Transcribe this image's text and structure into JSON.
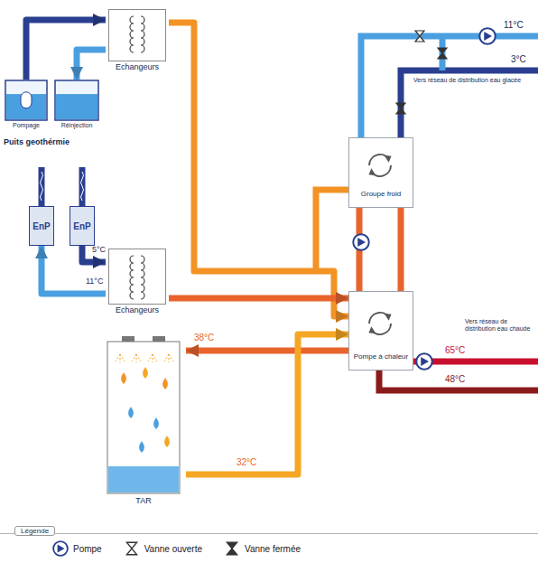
{
  "diagram": {
    "nodes": [
      {
        "text": [
          "Echangeurs"
        ]
      },
      {
        "text": [
          "Pompage"
        ]
      },
      {
        "text": [
          "Réinjection"
        ]
      },
      {
        "text": [
          "EnP"
        ]
      },
      {
        "text": [
          "EnP"
        ]
      },
      {
        "text": [
          "Echangeurs"
        ]
      },
      {
        "text": [
          "TAR"
        ]
      },
      {
        "text": [
          "Groupe froid"
        ]
      },
      {
        "text": [
          "Pompe à chaleur"
        ]
      }
    ],
    "edges": [
      {
        "from": 1,
        "to": 0,
        "arrow": "to"
      },
      {
        "from": 0,
        "to": 2,
        "arrow": "to"
      },
      {
        "from": 4,
        "to": 5,
        "arrow": "to"
      },
      {
        "from": 5,
        "to": 3,
        "arrow": "to"
      },
      {
        "from": 0,
        "to": 8,
        "arrow": "to"
      },
      {
        "from": 5,
        "to": 8,
        "arrow": "to"
      },
      {
        "from": 8,
        "to": 6,
        "arrow": "to"
      },
      {
        "from": 6,
        "to": 8,
        "arrow": "to"
      },
      {
        "from": 7,
        "to": 8,
        "arrow": "none"
      }
    ],
    "labels": [
      "Puits geothérmie",
      "5°C",
      "11°C",
      "38°C",
      "32°C",
      "11°C",
      "3°C",
      "Vers réseau de distribution eau glacée",
      "65°C",
      "48°C",
      "Vers réseau de distribution eau chaude",
      "Légende"
    ],
    "legend": [
      {
        "text": "Pompe"
      },
      {
        "text": "Vanne ouverte"
      },
      {
        "text": "Vanne fermée"
      }
    ]
  }
}
